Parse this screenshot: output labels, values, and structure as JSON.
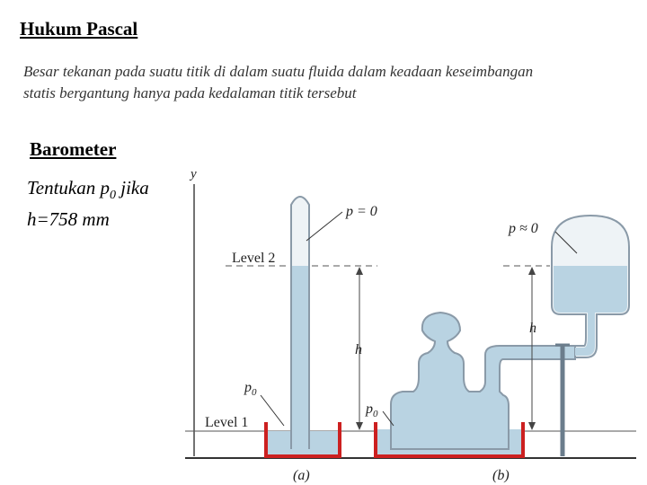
{
  "slide": {
    "title": "Hukum Pascal",
    "description": "Besar tekanan pada suatu titik di dalam suatu fluida dalam keadaan keseimbangan statis bergantung hanya pada kedalaman titik tersebut",
    "subtitle": "Barometer",
    "question": {
      "text_before": "Tentukan p",
      "subscript": "0",
      "text_after": " jika",
      "line2": "h=758 mm"
    }
  },
  "figure": {
    "axis_label": "y",
    "level2_label": "Level 2",
    "level1_label": "Level 1",
    "p_zero_a": "p = 0",
    "p_approx_zero_b": "p ≈ 0",
    "height_label_a": "h",
    "height_label_b": "h",
    "p0_label_a": "p",
    "p0_sub_a": "0",
    "p0_label_b": "p",
    "p0_sub_b": "0",
    "caption_a": "(a)",
    "caption_b": "(b)",
    "colors": {
      "fluid": "#b9d3e2",
      "container_red": "#cc2020",
      "outline": "#7a8a99",
      "line": "#333333"
    }
  }
}
